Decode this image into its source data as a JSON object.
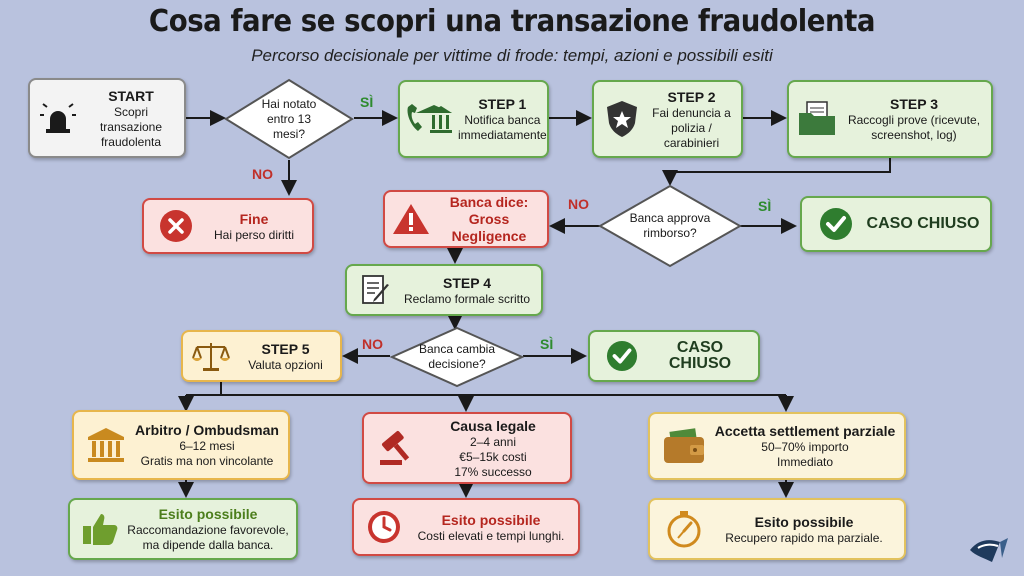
{
  "title": "Cosa fare se scopri una transazione fraudolenta",
  "subtitle": "Percorso decisionale per vittime di frode: tempi, azioni e possibili esiti",
  "start": {
    "title": "START",
    "text": "Scopri transazione fraudolenta",
    "icon": "alarm-bell-icon"
  },
  "decision1": {
    "text": "Hai notato entro 13 mesi?",
    "yes": "SÌ",
    "no": "NO"
  },
  "step1": {
    "title": "STEP 1",
    "text": "Notifica banca immediatamente",
    "icon": "bank-phone-icon"
  },
  "step2": {
    "title": "STEP 2",
    "text": "Fai denuncia a polizia / carabinieri",
    "icon": "police-badge-icon"
  },
  "step3": {
    "title": "STEP 3",
    "text": "Raccogli prove (ricevute, screenshot, log)",
    "icon": "folder-icon"
  },
  "fine": {
    "title": "Fine",
    "text": "Hai perso diritti",
    "icon": "x-circle-icon"
  },
  "banca_dice": {
    "title": "Banca dice: Gross Negligence",
    "icon": "warning-icon"
  },
  "decision2": {
    "text": "Banca approva rimborso?",
    "yes": "SÌ",
    "no": "NO"
  },
  "caso_chiuso_1": {
    "text": "CASO CHIUSO",
    "icon": "check-icon"
  },
  "step4": {
    "title": "STEP 4",
    "text": "Reclamo formale scritto",
    "icon": "document-pen-icon"
  },
  "step5": {
    "title": "STEP 5",
    "text": "Valuta opzioni",
    "icon": "scales-icon"
  },
  "decision3": {
    "text": "Banca cambia decisione?",
    "yes": "SÌ",
    "no": "NO"
  },
  "caso_chiuso_2": {
    "text": "CASO CHIUSO",
    "icon": "check-icon"
  },
  "arbitro": {
    "title": "Arbitro / Ombudsman",
    "line1": "6–12 mesi",
    "line2": "Gratis ma non vincolante",
    "icon": "courthouse-icon"
  },
  "causa": {
    "title": "Causa legale",
    "line1": "2–4 anni",
    "line2": "€5–15k costi",
    "line3": "17% successo",
    "icon": "gavel-icon"
  },
  "settlement": {
    "title": "Accetta settlement parziale",
    "line1": "50–70% importo",
    "line2": "Immediato",
    "icon": "wallet-icon"
  },
  "esito1": {
    "title": "Esito possibile",
    "text": "Raccomandazione favorevole, ma dipende dalla banca.",
    "icon": "thumbs-up-icon"
  },
  "esito2": {
    "title": "Esito possibile",
    "text": "Costi elevati e tempi lunghi.",
    "icon": "clock-icon"
  },
  "esito3": {
    "title": "Esito possibile",
    "text": "Recupero rapido ma parziale.",
    "icon": "stopwatch-icon"
  }
}
